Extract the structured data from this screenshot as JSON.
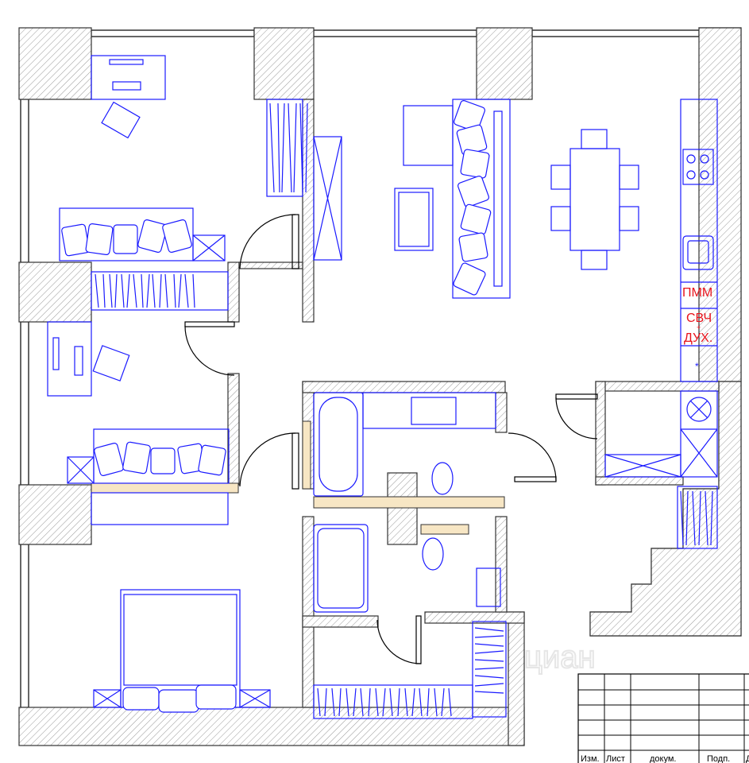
{
  "appliance_labels": {
    "dishwasher": "ПММ",
    "microwave": "СВЧ",
    "plus": "+",
    "oven": "ДУХ.",
    "star": "*"
  },
  "title_block": {
    "columns": [
      "Изм.",
      "Лист",
      "докум.",
      "Подп.",
      "Д"
    ]
  },
  "watermark": "циан",
  "colors": {
    "furniture": "#1a1aff",
    "labels": "#e8141c",
    "walls": "#333333",
    "highlight": "#f7e6c4"
  }
}
